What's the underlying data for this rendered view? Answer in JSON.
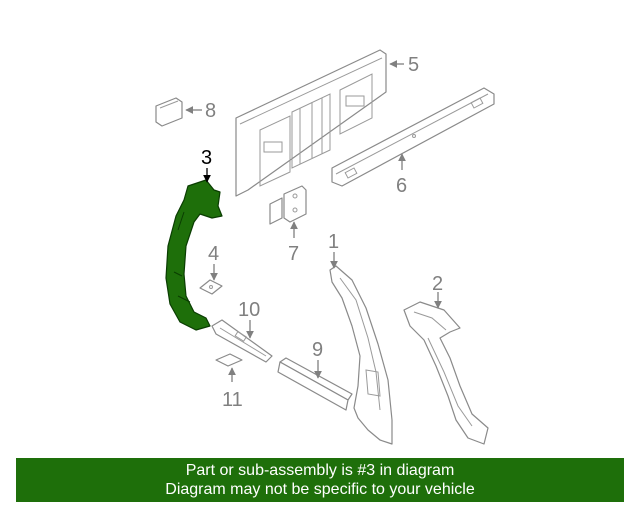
{
  "diagram": {
    "callouts": [
      "1",
      "2",
      "3",
      "4",
      "5",
      "6",
      "7",
      "8",
      "9",
      "10",
      "11"
    ],
    "highlighted_callout": "3",
    "highlight_color": "#1e6f0a"
  },
  "banner": {
    "line1": "Part or sub-assembly is #3 in diagram",
    "line2": "Diagram may not be specific to your vehicle",
    "background": "#1e6f0a"
  }
}
